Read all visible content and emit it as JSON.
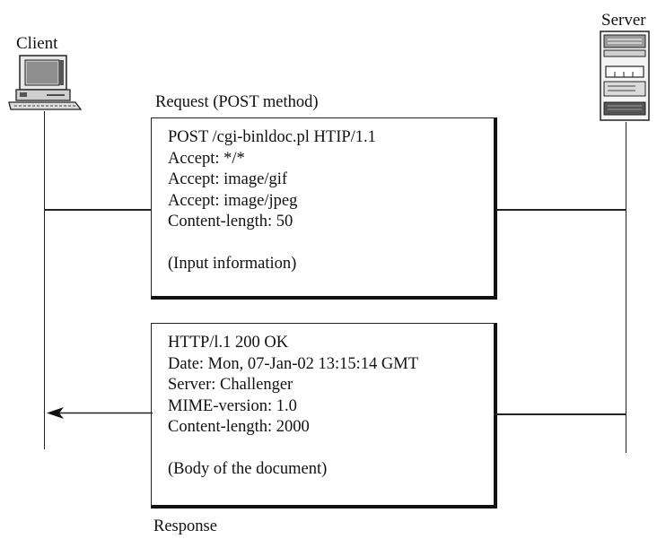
{
  "client": {
    "label": "Client"
  },
  "server": {
    "label": "Server"
  },
  "request": {
    "caption": "Request (POST method)",
    "lines": [
      "POST  /cgi-binldoc.pl  HTIP/1.1",
      "Accept: */*",
      "Accept: image/gif",
      "Accept: image/jpeg",
      "Content-length: 50",
      "",
      "(Input information)"
    ]
  },
  "response": {
    "caption": "Response",
    "lines": [
      "HTTP/l.1   200  OK",
      "Date: Mon, 07-Jan-02 13:15:14 GMT",
      "Server: Challenger",
      "MIME-version: 1.0",
      "Content-length: 2000",
      "",
      "(Body of the document)"
    ]
  }
}
